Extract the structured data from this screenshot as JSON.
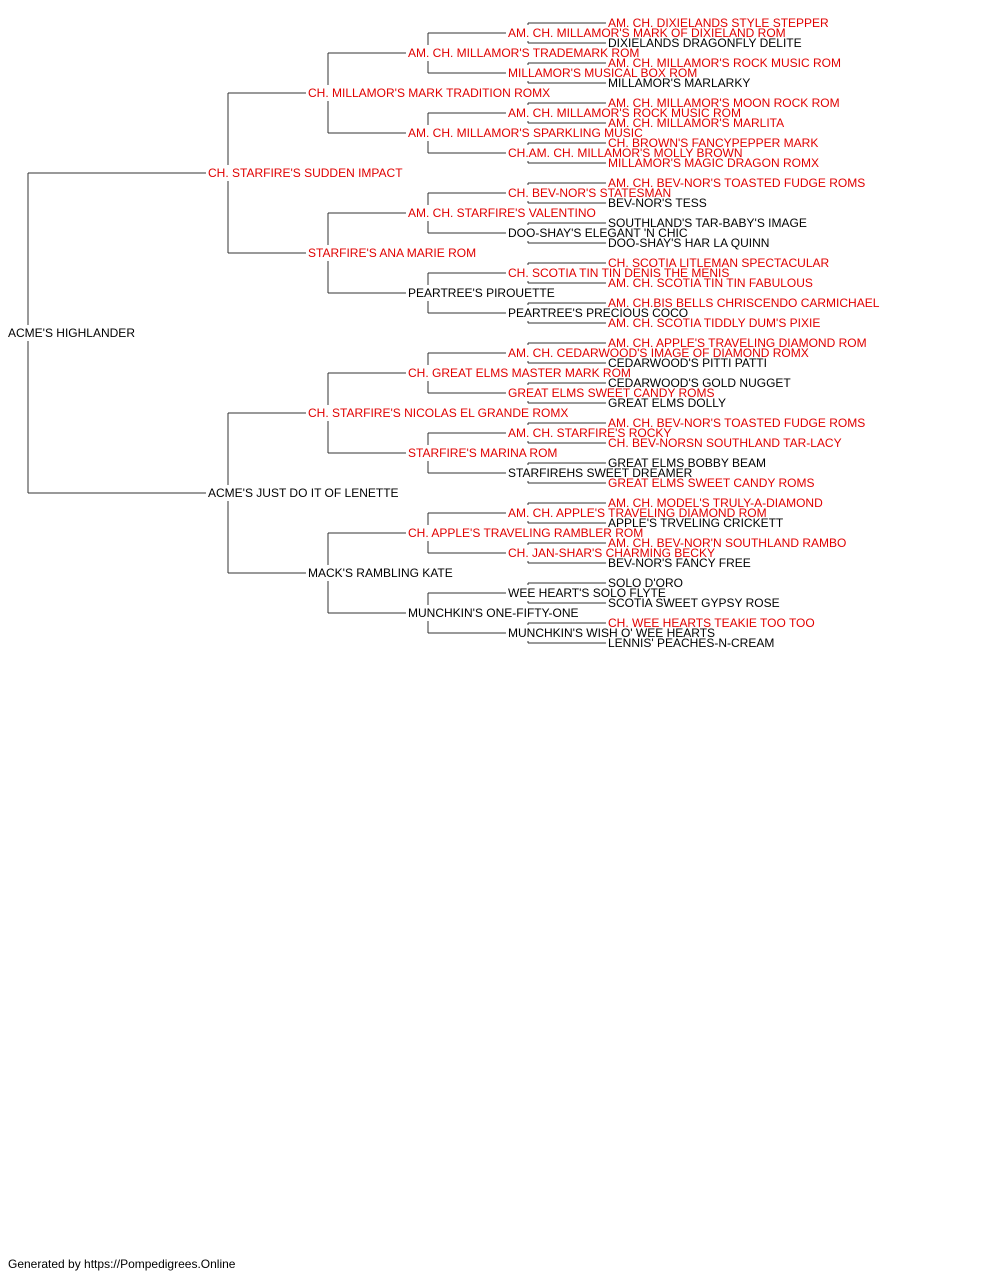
{
  "colors": {
    "champion": "#e00000",
    "regular": "#000000",
    "lines": "#333333"
  },
  "pedigree": {
    "name": "ACME'S HIGHLANDER",
    "red": false,
    "sire": {
      "name": "CH. STARFIRE'S SUDDEN IMPACT",
      "red": true,
      "sire": {
        "name": "CH. MILLAMOR'S MARK TRADITION ROMX",
        "red": true,
        "sire": {
          "name": "AM. CH. MILLAMOR'S TRADEMARK ROM",
          "red": true,
          "sire": {
            "name": "AM. CH. MILLAMOR'S MARK OF DIXIELAND ROM",
            "red": true,
            "sire": {
              "name": "AM. CH. DIXIELANDS STYLE STEPPER",
              "red": true
            },
            "dam": {
              "name": "DIXIELANDS DRAGONFLY DELITE",
              "red": false
            }
          },
          "dam": {
            "name": "MILLAMOR'S MUSICAL BOX ROM",
            "red": true,
            "sire": {
              "name": "AM. CH. MILLAMOR'S ROCK MUSIC ROM",
              "red": true
            },
            "dam": {
              "name": "MILLAMOR'S MARLARKY",
              "red": false
            }
          }
        },
        "dam": {
          "name": "AM. CH. MILLAMOR'S SPARKLING MUSIC",
          "red": true,
          "sire": {
            "name": "AM. CH. MILLAMOR'S ROCK MUSIC ROM",
            "red": true,
            "sire": {
              "name": "AM. CH. MILLAMOR'S MOON ROCK ROM",
              "red": true
            },
            "dam": {
              "name": "AM. CH. MILLAMOR'S MARLITA",
              "red": true
            }
          },
          "dam": {
            "name": "CH.AM. CH. MILLAMOR'S MOLLY BROWN",
            "red": true,
            "sire": {
              "name": "CH. BROWN'S FANCYPEPPER MARK",
              "red": true
            },
            "dam": {
              "name": "MILLAMOR'S MAGIC DRAGON ROMX",
              "red": true
            }
          }
        }
      },
      "dam": {
        "name": "STARFIRE'S ANA MARIE ROM",
        "red": true,
        "sire": {
          "name": "AM. CH. STARFIRE'S VALENTINO",
          "red": true,
          "sire": {
            "name": "CH. BEV-NOR'S STATESMAN",
            "red": true,
            "sire": {
              "name": "AM. CH. BEV-NOR'S TOASTED FUDGE ROMS",
              "red": true
            },
            "dam": {
              "name": "BEV-NOR'S TESS",
              "red": false
            }
          },
          "dam": {
            "name": "DOO-SHAY'S ELEGANT 'N CHIC",
            "red": false,
            "sire": {
              "name": "SOUTHLAND'S TAR-BABY'S IMAGE",
              "red": false
            },
            "dam": {
              "name": "DOO-SHAY'S HAR LA QUINN",
              "red": false
            }
          }
        },
        "dam": {
          "name": "PEARTREE'S PIROUETTE",
          "red": false,
          "sire": {
            "name": "CH. SCOTIA TIN TIN DENIS THE MENIS",
            "red": true,
            "sire": {
              "name": "CH. SCOTIA LITLEMAN SPECTACULAR",
              "red": true
            },
            "dam": {
              "name": "AM. CH. SCOTIA TIN TIN FABULOUS",
              "red": true
            }
          },
          "dam": {
            "name": "PEARTREE'S PRECIOUS COCO",
            "red": false,
            "sire": {
              "name": "AM. CH.BIS BELLS CHRISCENDO CARMICHAEL",
              "red": true
            },
            "dam": {
              "name": "AM. CH. SCOTIA TIDDLY DUM'S PIXIE",
              "red": true
            }
          }
        }
      }
    },
    "dam": {
      "name": "ACME'S JUST DO IT OF LENETTE",
      "red": false,
      "sire": {
        "name": "CH. STARFIRE'S NICOLAS EL GRANDE ROMX",
        "red": true,
        "sire": {
          "name": "CH. GREAT ELMS MASTER MARK ROM",
          "red": true,
          "sire": {
            "name": "AM. CH. CEDARWOOD'S IMAGE OF DIAMOND ROMX",
            "red": true,
            "sire": {
              "name": "AM. CH. APPLE'S TRAVELING DIAMOND ROM",
              "red": true
            },
            "dam": {
              "name": "CEDARWOOD'S PITTI PATTI",
              "red": false
            }
          },
          "dam": {
            "name": "GREAT ELMS SWEET CANDY ROMS",
            "red": true,
            "sire": {
              "name": "CEDARWOOD'S GOLD NUGGET",
              "red": false
            },
            "dam": {
              "name": "GREAT ELMS DOLLY",
              "red": false
            }
          }
        },
        "dam": {
          "name": "STARFIRE'S MARINA ROM",
          "red": true,
          "sire": {
            "name": "AM. CH. STARFIRE'S ROCKY",
            "red": true,
            "sire": {
              "name": "AM. CH. BEV-NOR'S TOASTED FUDGE ROMS",
              "red": true
            },
            "dam": {
              "name": "CH. BEV-NORSN SOUTHLAND TAR-LACY",
              "red": true
            }
          },
          "dam": {
            "name": "STARFIREHS SWEET DREAMER",
            "red": false,
            "sire": {
              "name": "GREAT ELMS BOBBY BEAM",
              "red": false
            },
            "dam": {
              "name": "GREAT ELMS SWEET CANDY ROMS",
              "red": true
            }
          }
        }
      },
      "dam": {
        "name": "MACK'S RAMBLING KATE",
        "red": false,
        "sire": {
          "name": "CH. APPLE'S TRAVELING RAMBLER ROM",
          "red": true,
          "sire": {
            "name": "AM. CH. APPLE'S TRAVELING DIAMOND ROM",
            "red": true,
            "sire": {
              "name": "AM. CH. MODEL'S TRULY-A-DIAMOND",
              "red": true
            },
            "dam": {
              "name": "APPLE'S TRVELING CRICKETT",
              "red": false
            }
          },
          "dam": {
            "name": "CH. JAN-SHAR'S CHARMING BECKY",
            "red": true,
            "sire": {
              "name": "AM. CH. BEV-NOR'N SOUTHLAND RAMBO",
              "red": true
            },
            "dam": {
              "name": "BEV-NOR'S FANCY FREE",
              "red": false
            }
          }
        },
        "dam": {
          "name": "MUNCHKIN'S ONE-FIFTY-ONE",
          "red": false,
          "sire": {
            "name": "WEE HEART'S SOLO FLYTE",
            "red": false,
            "sire": {
              "name": "SOLO D'ORO",
              "red": false
            },
            "dam": {
              "name": "SCOTIA SWEET GYPSY ROSE",
              "red": false
            }
          },
          "dam": {
            "name": "MUNCHKIN'S WISH O' WEE HEARTS",
            "red": false,
            "sire": {
              "name": "CH. WEE HEARTS TEAKIE TOO TOO",
              "red": true
            },
            "dam": {
              "name": "LENNIS' PEACHES-N-CREAM",
              "red": false
            }
          }
        }
      }
    }
  },
  "footer": "Generated by https://Pompedigrees.Online"
}
